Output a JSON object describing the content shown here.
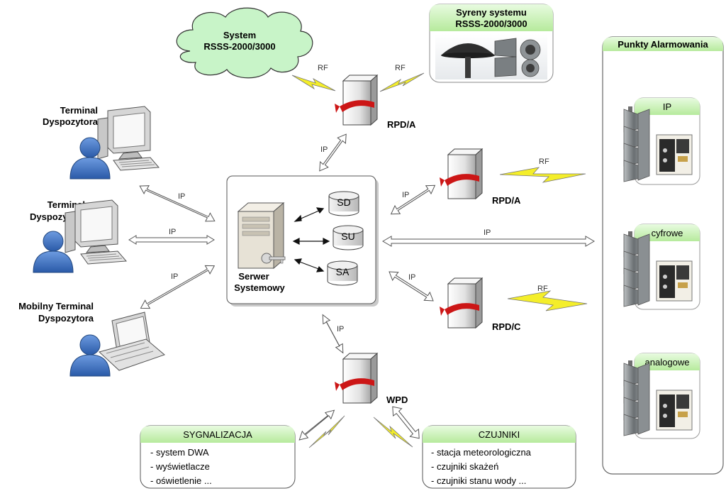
{
  "cloud": {
    "line1": "System",
    "line2": "RSSS-2000/3000"
  },
  "sirens": {
    "line1": "Syreny systemu",
    "line2": "RSSS-2000/3000"
  },
  "alarm_points": {
    "title": "Punkty Alarmowania",
    "groups": [
      {
        "label": "IP"
      },
      {
        "label": "cyfrowe"
      },
      {
        "label": "analogowe"
      }
    ]
  },
  "terminals": [
    {
      "line1": "Terminal",
      "line2": "Dyspozytora"
    },
    {
      "line1": "Terminal",
      "line2": "Dyspozytora"
    },
    {
      "line1": "Mobilny Terminal",
      "line2": "Dyspozytora"
    }
  ],
  "server": {
    "line1": "Serwer",
    "line2": "Systemowy",
    "dbs": [
      "SD",
      "SU",
      "SA"
    ]
  },
  "nodes": {
    "rpd_top": "RPD/A",
    "rpd_a": "RPD/A",
    "rpd_c": "RPD/C",
    "wpd": "WPD"
  },
  "link_labels": {
    "rf": "RF",
    "ip": "IP"
  },
  "signaling": {
    "title": "SYGNALIZACJA",
    "items": [
      "- system DWA",
      "- wyświetlacze",
      "- oświetlenie ..."
    ]
  },
  "sensors": {
    "title": "CZUJNIKI",
    "items": [
      "- stacja meteorologiczna",
      "- czujniki skażeń",
      "- czujniki stanu wody ..."
    ]
  },
  "colors": {
    "green_header": "#c8f0b8",
    "bolt": "#f4ee2a",
    "server_red": "#d01818",
    "person": "#3f6fb8"
  }
}
